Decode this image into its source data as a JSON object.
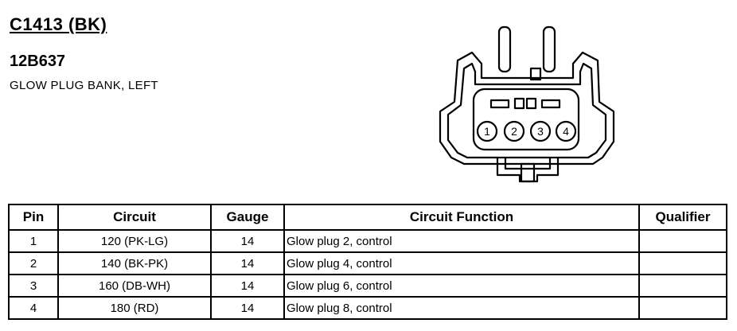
{
  "header": {
    "connector_id": "C1413 (BK)",
    "part_number": "12B637",
    "description": "GLOW PLUG BANK, LEFT"
  },
  "connector_diagram": {
    "pin_labels": [
      "1",
      "2",
      "3",
      "4"
    ]
  },
  "table": {
    "columns": [
      "Pin",
      "Circuit",
      "Gauge",
      "Circuit Function",
      "Qualifier"
    ],
    "rows": [
      {
        "pin": "1",
        "circuit": "120 (PK-LG)",
        "gauge": "14",
        "function": "Glow plug 2, control",
        "qualifier": ""
      },
      {
        "pin": "2",
        "circuit": "140 (BK-PK)",
        "gauge": "14",
        "function": "Glow plug 4, control",
        "qualifier": ""
      },
      {
        "pin": "3",
        "circuit": "160 (DB-WH)",
        "gauge": "14",
        "function": "Glow plug 6, control",
        "qualifier": ""
      },
      {
        "pin": "4",
        "circuit": "180 (RD)",
        "gauge": "14",
        "function": "Glow plug 8, control",
        "qualifier": ""
      }
    ]
  }
}
